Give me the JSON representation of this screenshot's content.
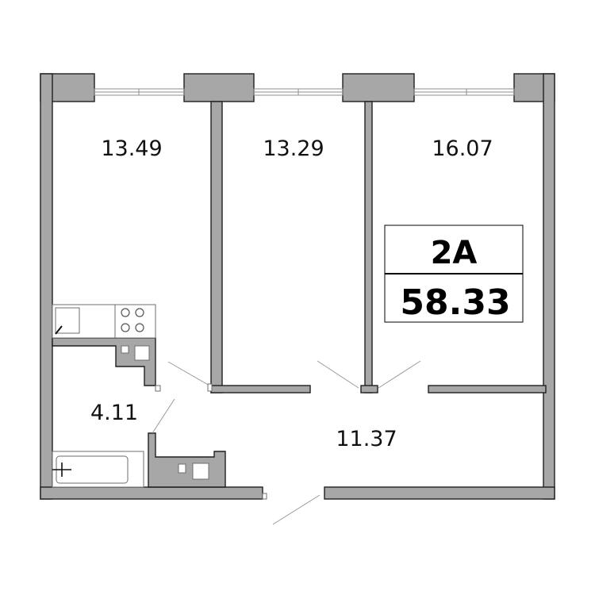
{
  "plan": {
    "rooms": [
      {
        "id": "bedroom-left",
        "area": "13.49"
      },
      {
        "id": "bedroom-middle",
        "area": "13.29"
      },
      {
        "id": "living-room",
        "area": "16.07"
      },
      {
        "id": "bathroom",
        "area": "4.11"
      },
      {
        "id": "hallway",
        "area": "11.37"
      }
    ],
    "apartment": {
      "type": "2A",
      "total_area": "58.33"
    }
  },
  "colors": {
    "wall_fill": "#a7a7a7",
    "wall_outline": "#1f1f1f",
    "text": "#111111"
  }
}
